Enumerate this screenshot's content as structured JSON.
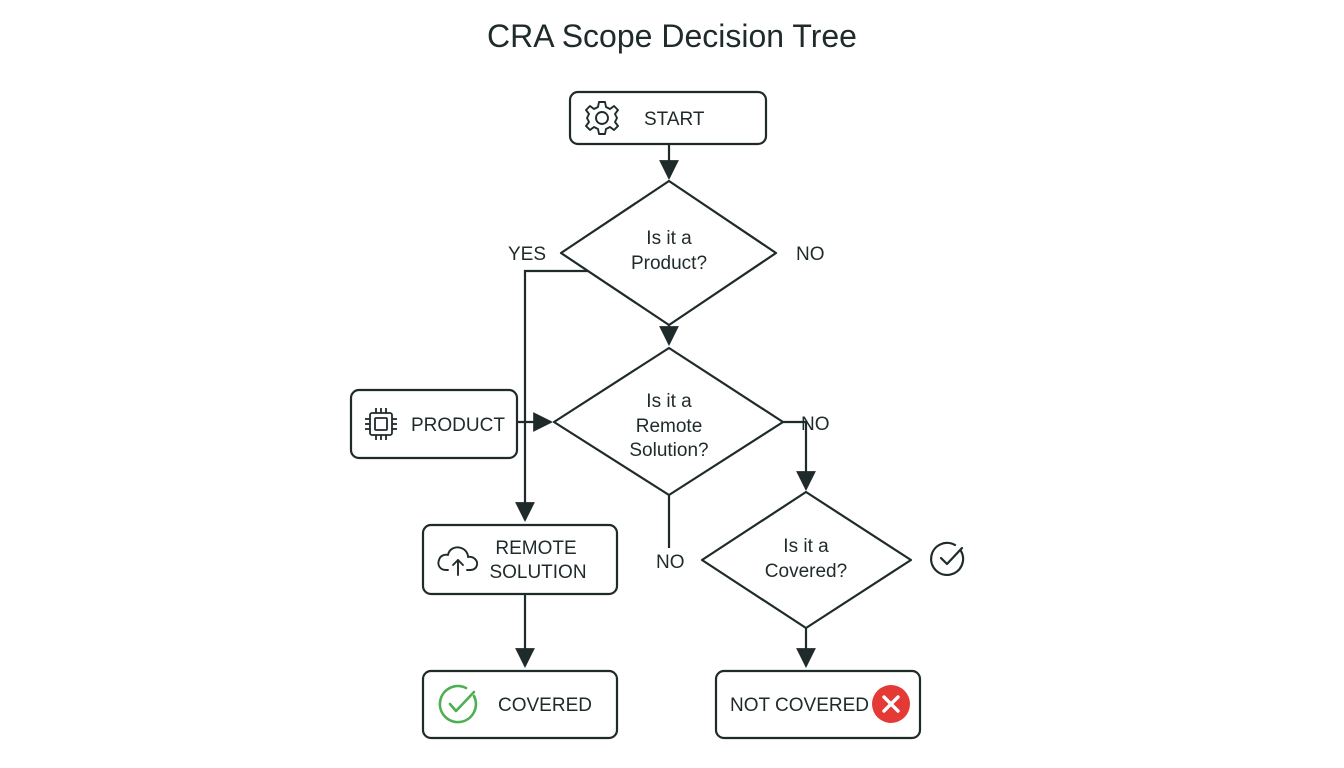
{
  "title": "CRA Scope Decision Tree",
  "nodes": {
    "start": {
      "label": "START",
      "icon": "gear-icon"
    },
    "q_product": {
      "line1": "Is it a",
      "line2": "Product?"
    },
    "q_remote": {
      "line1": "Is it a",
      "line2": "Remote",
      "line3": "Solution?"
    },
    "product": {
      "label": "PRODUCT",
      "icon": "chip-icon"
    },
    "remote_solution": {
      "line1": "REMOTE",
      "line2": "SOLUTION",
      "icon": "cloud-upload-icon"
    },
    "q_covered": {
      "line1": "Is it a",
      "line2": "Covered?"
    },
    "covered": {
      "label": "COVERED",
      "icon": "check-circle-icon"
    },
    "not_covered": {
      "label": "NOT COVERED",
      "icon": "x-circle-icon"
    },
    "covered_marker": {
      "icon": "check-circle-icon"
    }
  },
  "edge_labels": {
    "product_yes": "YES",
    "product_no": "NO",
    "remote_no_right": "NO",
    "remote_no_down": "NO"
  },
  "colors": {
    "stroke": "#1f2a2a",
    "check_green": "#4caf50",
    "x_red": "#e53935"
  }
}
